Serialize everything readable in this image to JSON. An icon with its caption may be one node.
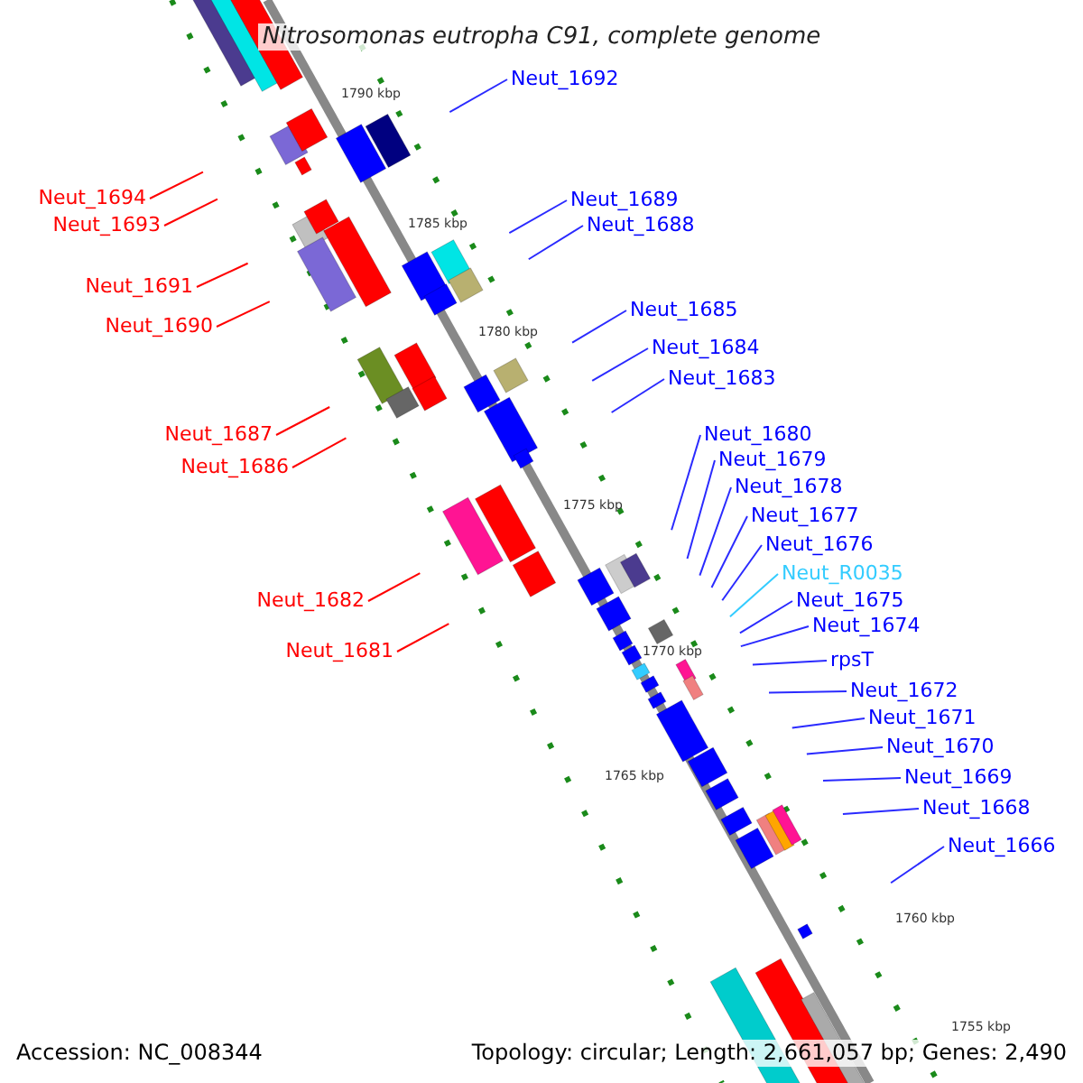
{
  "diagram": {
    "title": "Nitrosomonas eutropha C91, complete genome",
    "nodes": [
      {
        "text": [
          "Neut_1692"
        ]
      },
      {
        "text": [
          "Neut_1694"
        ]
      },
      {
        "text": [
          "Neut_1693"
        ]
      },
      {
        "text": [
          "Neut_1689"
        ]
      },
      {
        "text": [
          "Neut_1688"
        ]
      },
      {
        "text": [
          "Neut_1691"
        ]
      },
      {
        "text": [
          "Neut_1690"
        ]
      },
      {
        "text": [
          "Neut_1685"
        ]
      },
      {
        "text": [
          "Neut_1684"
        ]
      },
      {
        "text": [
          "Neut_1683"
        ]
      },
      {
        "text": [
          "Neut_1687"
        ]
      },
      {
        "text": [
          "Neut_1680"
        ]
      },
      {
        "text": [
          "Neut_1686"
        ]
      },
      {
        "text": [
          "Neut_1679"
        ]
      },
      {
        "text": [
          "Neut_1678"
        ]
      },
      {
        "text": [
          "Neut_1677"
        ]
      },
      {
        "text": [
          "Neut_1676"
        ]
      },
      {
        "text": [
          "Neut_R0035"
        ]
      },
      {
        "text": [
          "Neut_1682"
        ]
      },
      {
        "text": [
          "Neut_1675"
        ]
      },
      {
        "text": [
          "Neut_1674"
        ]
      },
      {
        "text": [
          "Neut_1681"
        ]
      },
      {
        "text": [
          "rpsT"
        ]
      },
      {
        "text": [
          "Neut_1672"
        ]
      },
      {
        "text": [
          "Neut_1671"
        ]
      },
      {
        "text": [
          "Neut_1670"
        ]
      },
      {
        "text": [
          "Neut_1669"
        ]
      },
      {
        "text": [
          "Neut_1668"
        ]
      },
      {
        "text": [
          "Neut_1666"
        ]
      }
    ],
    "edges": [
      {
        "from": 0,
        "to": null,
        "arrow": "none"
      },
      {
        "from": 1,
        "to": null,
        "arrow": "none",
        "color": "#ff0000"
      },
      {
        "from": 2,
        "to": null,
        "arrow": "none",
        "color": "#ff0000"
      },
      {
        "from": 3,
        "to": null,
        "arrow": "none"
      },
      {
        "from": 4,
        "to": null,
        "arrow": "none"
      },
      {
        "from": 5,
        "to": null,
        "arrow": "none",
        "color": "#ff0000"
      },
      {
        "from": 6,
        "to": null,
        "arrow": "none",
        "color": "#ff0000"
      },
      {
        "from": 7,
        "to": null,
        "arrow": "none"
      },
      {
        "from": 8,
        "to": null,
        "arrow": "none"
      },
      {
        "from": 9,
        "to": null,
        "arrow": "none"
      },
      {
        "from": 10,
        "to": null,
        "arrow": "none",
        "color": "#ff0000"
      },
      {
        "from": 11,
        "to": null,
        "arrow": "none"
      },
      {
        "from": 12,
        "to": null,
        "arrow": "none",
        "color": "#ff0000"
      },
      {
        "from": 13,
        "to": null,
        "arrow": "none"
      },
      {
        "from": 14,
        "to": null,
        "arrow": "none"
      },
      {
        "from": 15,
        "to": null,
        "arrow": "none"
      },
      {
        "from": 16,
        "to": null,
        "arrow": "none"
      },
      {
        "from": 17,
        "to": null,
        "arrow": "none",
        "color": "#33ccff"
      },
      {
        "from": 18,
        "to": null,
        "arrow": "none",
        "color": "#ff0000"
      },
      {
        "from": 19,
        "to": null,
        "arrow": "none"
      },
      {
        "from": 20,
        "to": null,
        "arrow": "none"
      },
      {
        "from": 21,
        "to": null,
        "arrow": "none",
        "color": "#ff0000"
      },
      {
        "from": 22,
        "to": null,
        "arrow": "none"
      },
      {
        "from": 23,
        "to": null,
        "arrow": "none"
      },
      {
        "from": 24,
        "to": null,
        "arrow": "none"
      },
      {
        "from": 25,
        "to": null,
        "arrow": "none"
      },
      {
        "from": 26,
        "to": null,
        "arrow": "none"
      },
      {
        "from": 27,
        "to": null,
        "arrow": "none"
      },
      {
        "from": 28,
        "to": null,
        "arrow": "none"
      }
    ],
    "labels": [
      "1790 kbp",
      "1785 kbp",
      "1780 kbp",
      "1775 kbp",
      "1770 kbp",
      "1765 kbp",
      "1760 kbp",
      "1755 kbp",
      "Accession: NC_008344",
      "Topology: circular; Length: 2,661,057 bp; Genes: 2,490"
    ]
  }
}
